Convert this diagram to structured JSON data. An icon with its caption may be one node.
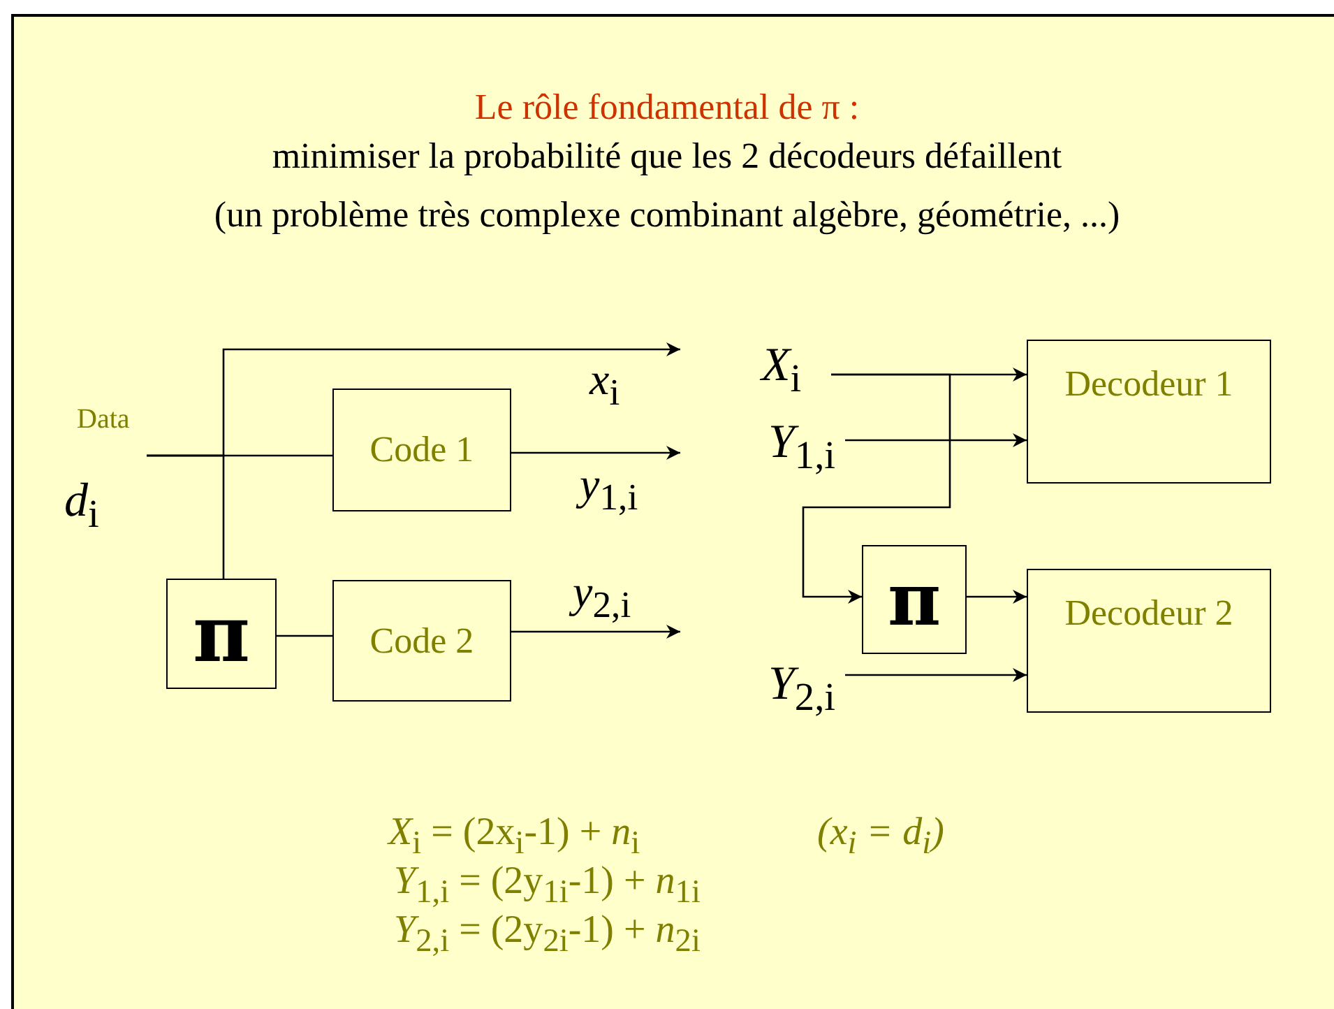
{
  "diagram": {
    "title": "Le rôle fondamental de π :",
    "nodes": [
      {
        "text": [
          "Code 1"
        ]
      },
      {
        "text": [
          "Code 2"
        ]
      },
      {
        "text": [
          "π"
        ]
      },
      {
        "text": [
          "Decodeur 1"
        ]
      },
      {
        "text": [
          "Decodeur 2"
        ]
      },
      {
        "text": [
          "π"
        ]
      },
      {
        "text": [
          "Data",
          "*d*$_{i}$"
        ]
      },
      {
        "text": [
          "*X*$_{i}$"
        ]
      },
      {
        "text": [
          "*Y*$_{1,i}$"
        ]
      },
      {
        "text": [
          "*Y*$_{2,i}$"
        ]
      }
    ],
    "edges": [
      {
        "from": 6,
        "to": 0,
        "arrow": "none"
      },
      {
        "from": 6,
        "to": 2,
        "arrow": "none"
      },
      {
        "from": 6,
        "to": null,
        "arrow": "to",
        "label": "*x*$_{i}$"
      },
      {
        "from": 0,
        "to": null,
        "arrow": "to",
        "label": "*y*$_{1,i}$"
      },
      {
        "from": 2,
        "to": 1,
        "arrow": "none"
      },
      {
        "from": 1,
        "to": null,
        "arrow": "to",
        "label": "*y*$_{2,i}$"
      },
      {
        "from": 7,
        "to": 3,
        "arrow": "to"
      },
      {
        "from": 7,
        "to": 5,
        "arrow": "to"
      },
      {
        "from": 8,
        "to": 3,
        "arrow": "to"
      },
      {
        "from": 5,
        "to": 4,
        "arrow": "to"
      },
      {
        "from": 9,
        "to": 4,
        "arrow": "to"
      }
    ],
    "labels": [
      "minimiser la probabilité que les 2 décodeurs défaillent",
      "(un problème très complexe combinant algèbre, géométrie, ...)",
      "*X*$_{i}$ = (2x$_{i}$-1) + *n*$_{i}$",
      "(x$_{i}$ = d$_{i}$)",
      "*Y*$_{1,i}$ = (2y$_{1i}$-1) + *n*$_{1i}$",
      "*Y*$_{2,i}$ = (2y$_{2i}$-1) + *n*$_{2i}$"
    ]
  }
}
